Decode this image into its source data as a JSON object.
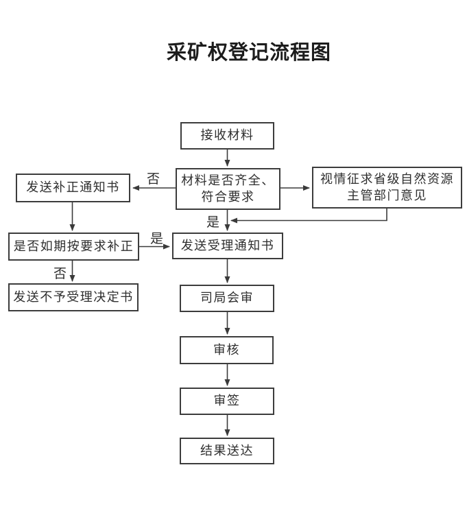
{
  "title": "采矿权登记流程图",
  "nodes": {
    "receive": {
      "label": "接收材料"
    },
    "check": {
      "line1": "材料是否齐全、",
      "line2": "符合要求"
    },
    "consult": {
      "line1": "视情征求省级自然资源",
      "line2": "主管部门意见"
    },
    "correction_notice": {
      "label": "发送补正通知书"
    },
    "correction_on_time": {
      "label": "是否如期按要求补正"
    },
    "rejection_decision": {
      "label": "发送不予受理决定书"
    },
    "acceptance_notice": {
      "label": "发送受理通知书"
    },
    "bureau_joint_review": {
      "label": "司局会审"
    },
    "review": {
      "label": "审核"
    },
    "sign_off": {
      "label": "审签"
    },
    "result_delivery": {
      "label": "结果送达"
    }
  },
  "edge_labels": {
    "check_no": "否",
    "check_yes": "是",
    "on_time_yes": "是",
    "on_time_no": "否"
  },
  "colors": {
    "line_color": "#3a3a3a",
    "border_color": "#3c3c3c",
    "text_color": "#2e2e2e",
    "background": "#ffffff"
  }
}
